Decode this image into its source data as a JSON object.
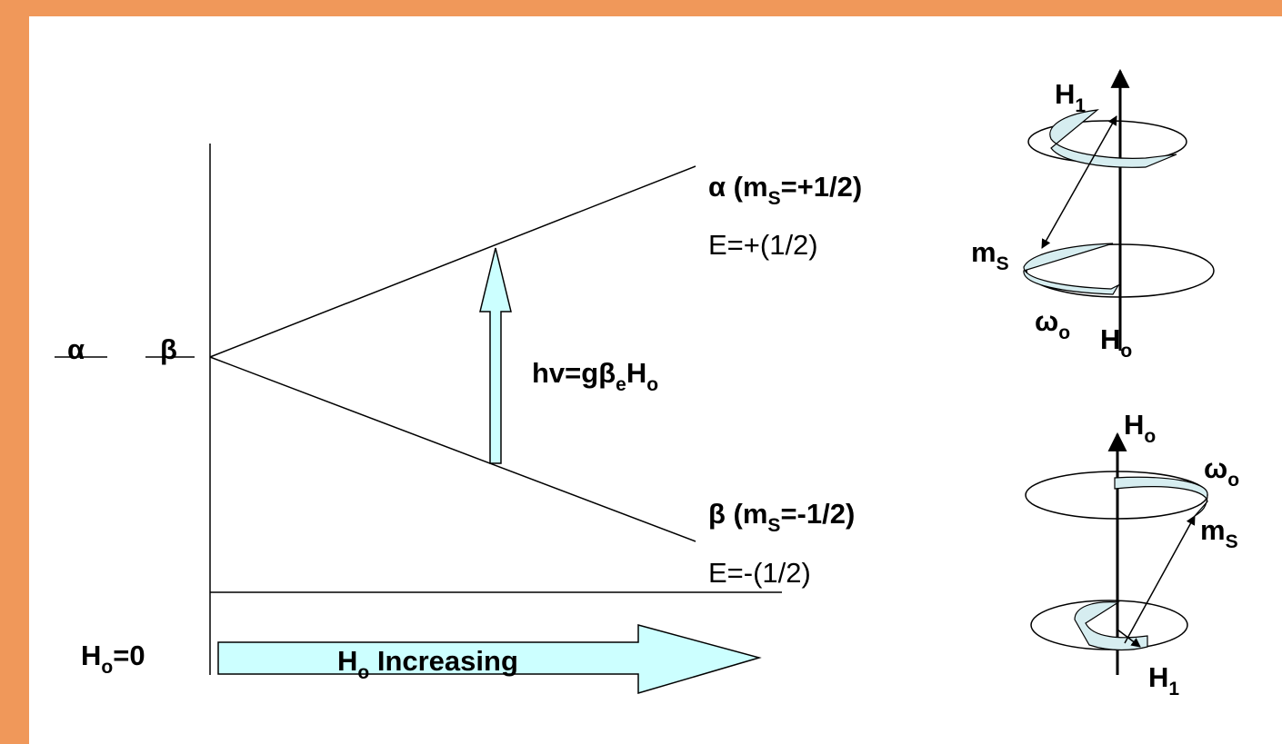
{
  "labels": {
    "alpha_left": "α",
    "beta_left": "β",
    "alpha_upper": "α (m",
    "alpha_upper_sub": "S",
    "alpha_upper_tail": "=+1/2)",
    "alpha_energy": "E=+(1/2)",
    "beta_lower": "β (m",
    "beta_lower_sub": "S",
    "beta_lower_tail": "=-1/2)",
    "beta_energy": "E=-(1/2)",
    "transition_main": "hv=gβ",
    "transition_sub_e": "e",
    "transition_H": "H",
    "transition_sub_o": "o",
    "field_zero_H": "H",
    "field_zero_sub": "o",
    "field_zero_tail": "=0",
    "increasing_H": "H",
    "increasing_sub": "o",
    "increasing_tail": " Increasing"
  },
  "precession_top": {
    "h1": "H",
    "h1_sub": "1",
    "ms": "m",
    "ms_sub": "S",
    "omega": "ω",
    "omega_sub": "o",
    "h0": "H",
    "h0_sub": "o"
  },
  "precession_bottom": {
    "h0": "H",
    "h0_sub": "o",
    "omega": "ω",
    "omega_sub": "o",
    "ms": "m",
    "ms_sub": "S",
    "h1": "H",
    "h1_sub": "1"
  },
  "colors": {
    "background": "#F0985A",
    "panel": "#FFFFFF",
    "arrow_fill": "#CCFFFF",
    "band_fill": "#D6EDF0"
  }
}
